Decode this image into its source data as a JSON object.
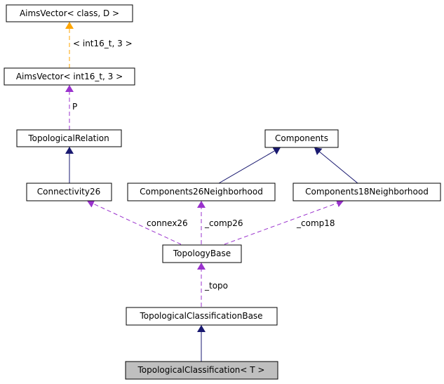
{
  "nodes": {
    "aims_vector_generic": "AimsVector< class, D >",
    "aims_vector_int16": "AimsVector< int16_t, 3 >",
    "topological_relation": "TopologicalRelation",
    "components": "Components",
    "connectivity26": "Connectivity26",
    "components26": "Components26Neighborhood",
    "components18": "Components18Neighborhood",
    "topology_base": "TopologyBase",
    "topo_class_base": "TopologicalClassificationBase",
    "topo_class": "TopologicalClassification< T >"
  },
  "edge_labels": {
    "template_args": "< int16_t, 3 >",
    "p": "P",
    "connex26": "connex26",
    "comp26": "_comp26",
    "comp18": "_comp18",
    "topo": "_topo"
  },
  "colors": {
    "inheritance": "#191970",
    "usage": "#9a32cd",
    "template": "#ffa500",
    "highlight_fill": "#bfbfbf"
  }
}
